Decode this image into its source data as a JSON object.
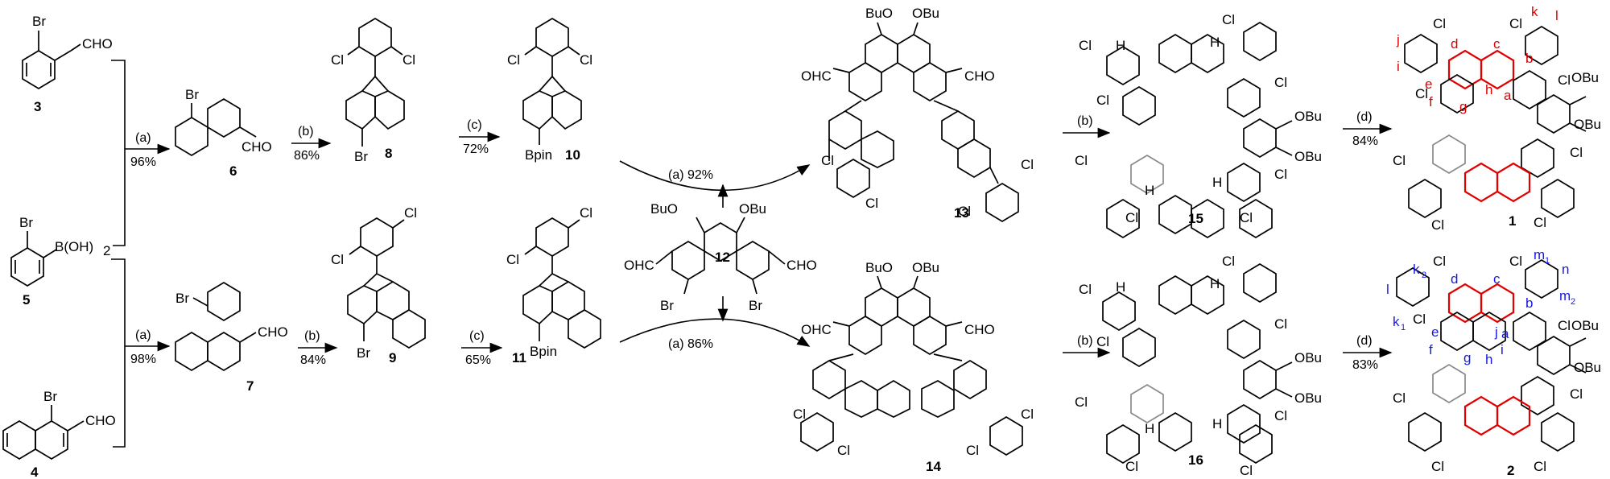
{
  "compounds": {
    "c3": {
      "id": "3",
      "substituents": [
        "Br",
        "CHO"
      ]
    },
    "c5": {
      "id": "5",
      "substituents": [
        "Br",
        "B(OH)",
        "2"
      ]
    },
    "c4": {
      "id": "4",
      "substituents": [
        "Br",
        "CHO"
      ]
    },
    "c6": {
      "id": "6",
      "substituents": [
        "Br",
        "CHO"
      ]
    },
    "c7": {
      "id": "7",
      "substituents": [
        "Br",
        "CHO"
      ]
    },
    "c8": {
      "id": "8",
      "substituents": [
        "Cl",
        "Cl",
        "Br"
      ]
    },
    "c9": {
      "id": "9",
      "substituents": [
        "Cl",
        "Cl",
        "Br"
      ]
    },
    "c10": {
      "id": "10",
      "substituents": [
        "Cl",
        "Cl",
        "Bpin"
      ]
    },
    "c11": {
      "id": "11",
      "substituents": [
        "Cl",
        "Cl",
        "Bpin"
      ]
    },
    "c12": {
      "id": "12",
      "substituents": [
        "BuO",
        "OBu",
        "OHC",
        "CHO",
        "Br",
        "Br"
      ]
    },
    "c13": {
      "id": "13",
      "substituents": [
        "BuO",
        "OBu",
        "OHC",
        "CHO",
        "Cl",
        "Cl",
        "Cl",
        "Cl"
      ]
    },
    "c14": {
      "id": "14",
      "substituents": [
        "BuO",
        "OBu",
        "OHC",
        "CHO",
        "Cl",
        "Cl",
        "Cl",
        "Cl"
      ]
    },
    "c15": {
      "id": "15",
      "substituents": [
        "Cl",
        "Cl",
        "Cl",
        "Cl",
        "Cl",
        "Cl",
        "Cl",
        "Cl",
        "OBu",
        "OBu",
        "H",
        "H",
        "H",
        "H"
      ]
    },
    "c16": {
      "id": "16",
      "substituents": [
        "Cl",
        "Cl",
        "Cl",
        "Cl",
        "Cl",
        "Cl",
        "Cl",
        "Cl",
        "OBu",
        "OBu",
        "H",
        "H",
        "H",
        "H"
      ]
    },
    "c1": {
      "id": "1",
      "substituents": [
        "Cl",
        "Cl",
        "Cl",
        "Cl",
        "Cl",
        "Cl",
        "Cl",
        "Cl",
        "OBu",
        "OBu"
      ]
    },
    "c2": {
      "id": "2",
      "substituents": [
        "Cl",
        "Cl",
        "Cl",
        "Cl",
        "Cl",
        "Cl",
        "Cl",
        "Cl",
        "OBu",
        "OBu"
      ]
    }
  },
  "proton_labels": {
    "c1": [
      "k",
      "l",
      "j",
      "d",
      "c",
      "i",
      "e",
      "b",
      "f",
      "g",
      "h",
      "a"
    ],
    "c2": [
      "m",
      "1",
      "n",
      "k",
      "2",
      "d",
      "c",
      "l",
      "m",
      "2",
      "b",
      "k",
      "1",
      "e",
      "j",
      "f",
      "i",
      "g",
      "h",
      "a"
    ]
  },
  "steps": {
    "s1": {
      "cond": "(a)",
      "yield": "96%"
    },
    "s2": {
      "cond": "(a)",
      "yield": "98%"
    },
    "s3": {
      "cond": "(b)",
      "yield": "86%"
    },
    "s4": {
      "cond": "(b)",
      "yield": "84%"
    },
    "s5": {
      "cond": "(c)",
      "yield": "72%"
    },
    "s6": {
      "cond": "(c)",
      "yield": "65%"
    },
    "s7": {
      "text": "(a)  92%"
    },
    "s8": {
      "text": "(a)  86%"
    },
    "s9": {
      "cond": "(b)"
    },
    "s10": {
      "cond": "(b)"
    },
    "s11": {
      "cond": "(d)",
      "yield": "84%"
    },
    "s12": {
      "cond": "(d)",
      "yield": "83%"
    }
  },
  "colors": {
    "ink": "#000000",
    "highlight": "#e00000",
    "label_red": "#e00000",
    "label_blue": "#1a1adf",
    "faded": "#8a8a8a"
  }
}
